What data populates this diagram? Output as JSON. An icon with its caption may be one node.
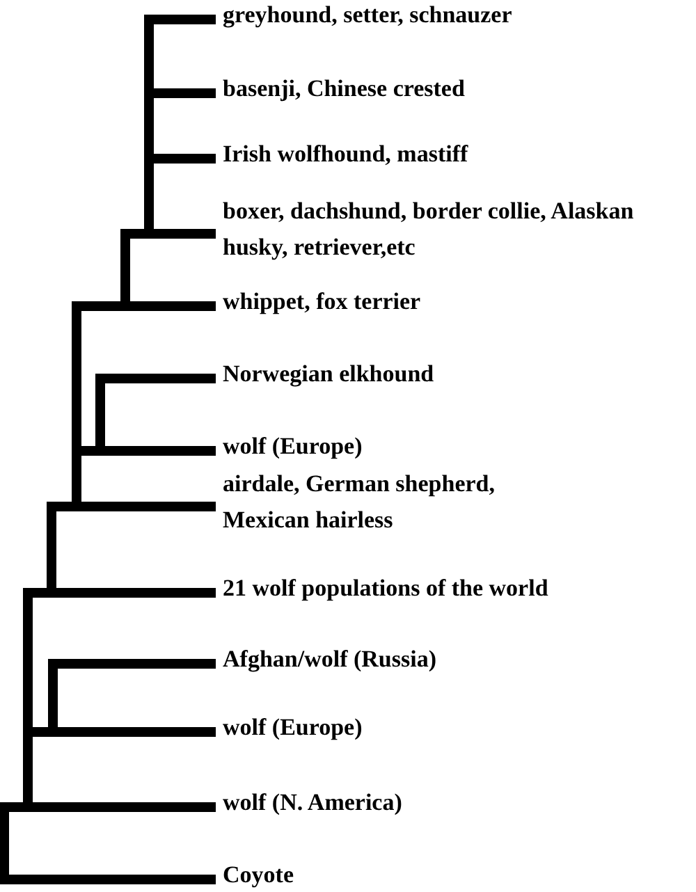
{
  "diagram": {
    "nodes": [
      {
        "text": [
          "greyhound, setter, schnauzer"
        ]
      },
      {
        "text": [
          "basenji, Chinese crested"
        ]
      },
      {
        "text": [
          "Irish wolfhound, mastiff"
        ]
      },
      {
        "text": [
          "boxer, dachshund, border collie, Alaskan husky, retriever,etc"
        ]
      },
      {
        "text": [
          "whippet, fox terrier"
        ]
      },
      {
        "text": [
          "Norwegian elkhound"
        ]
      },
      {
        "text": [
          "wolf (Europe)"
        ]
      },
      {
        "text": [
          "airdale, German shepherd, Mexican hairless"
        ]
      },
      {
        "text": [
          "21 wolf populations of the world"
        ]
      },
      {
        "text": [
          "Afghan/wolf (Russia)"
        ]
      },
      {
        "text": [
          "wolf (Europe)"
        ]
      },
      {
        "text": [
          "wolf (N. America)"
        ]
      },
      {
        "text": [
          "Coyote"
        ]
      }
    ]
  }
}
